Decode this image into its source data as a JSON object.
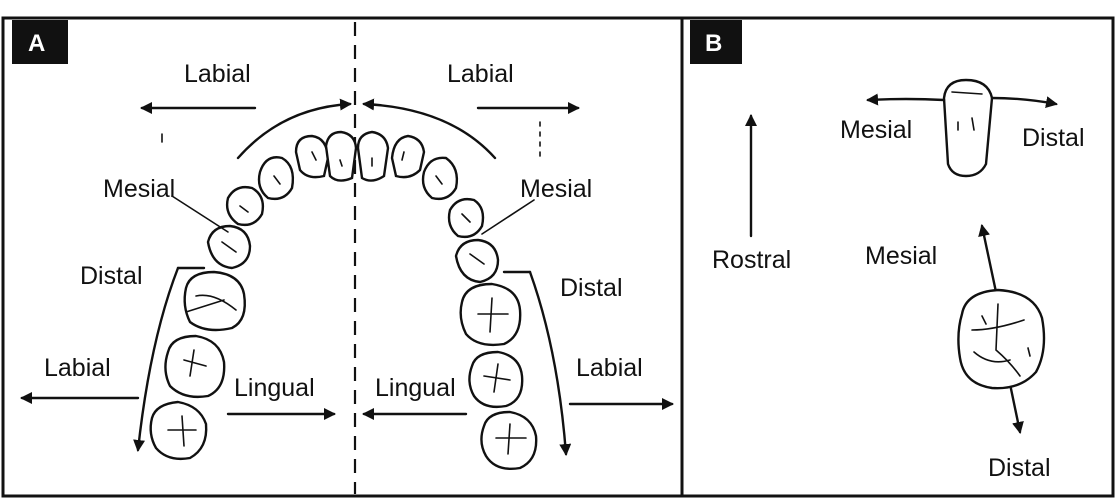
{
  "panel_a": {
    "letter": "A",
    "labels": {
      "labial_top_left": "Labial",
      "labial_top_right": "Labial",
      "mesial_left": "Mesial",
      "mesial_right": "Mesial",
      "distal_left": "Distal",
      "distal_right": "Distal",
      "labial_side_left": "Labial",
      "labial_side_right": "Labial",
      "lingual_left": "Lingual",
      "lingual_right": "Lingual"
    }
  },
  "panel_b": {
    "letter": "B",
    "labels": {
      "rostral": "Rostral",
      "mesial_top": "Mesial",
      "distal_top": "Distal",
      "mesial_molar": "Mesial",
      "distal_molar": "Distal"
    }
  }
}
